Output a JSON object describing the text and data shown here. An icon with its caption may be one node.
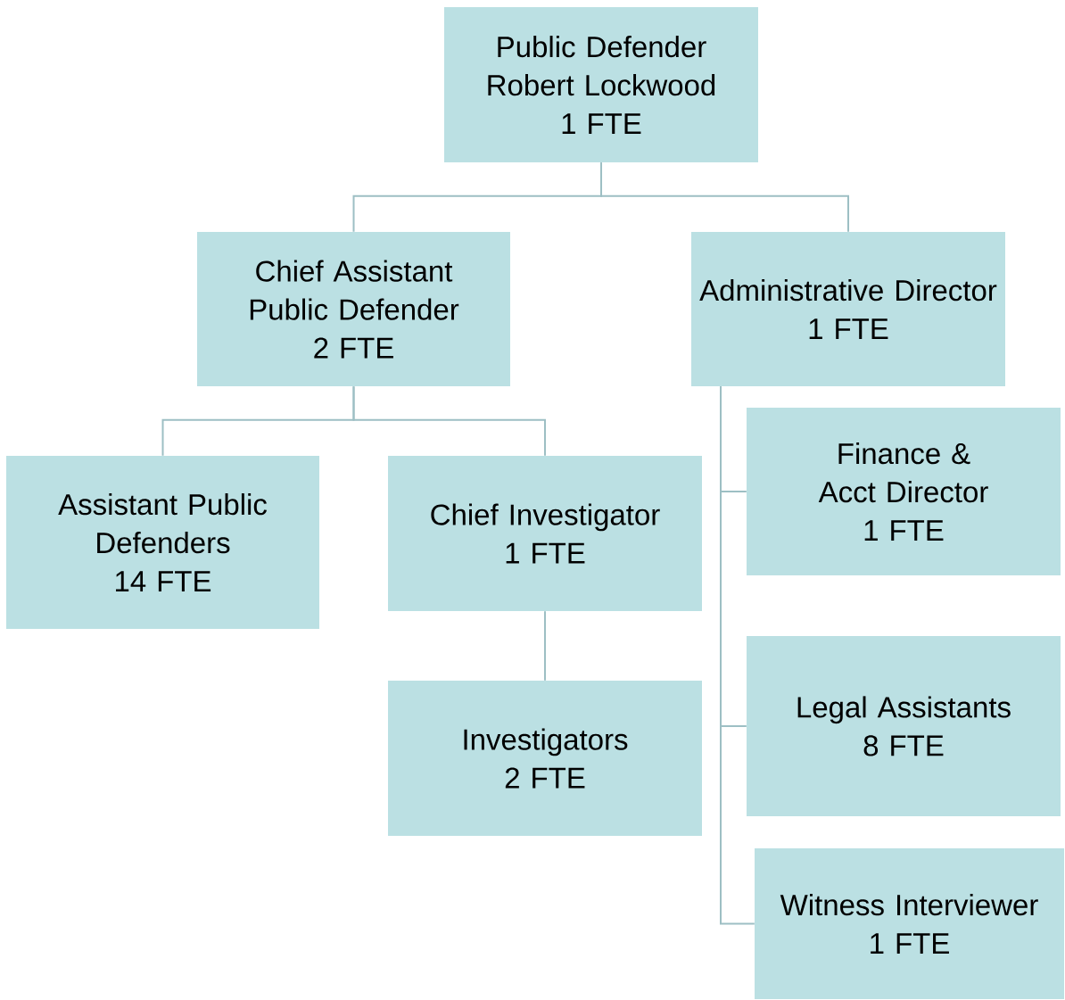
{
  "diagram": {
    "nodes": [
      {
        "text": [
          "Public Defender",
          "Robert Lockwood",
          "1 FTE"
        ]
      },
      {
        "text": [
          "Chief Assistant Public Defender",
          "2 FTE"
        ]
      },
      {
        "text": [
          "Administrative Director",
          "1 FTE"
        ]
      },
      {
        "text": [
          "Assistant Public Defenders",
          "14 FTE"
        ]
      },
      {
        "text": [
          "Chief Investigator",
          "1 FTE"
        ]
      },
      {
        "text": [
          "Investigators",
          "2 FTE"
        ]
      },
      {
        "text": [
          "Finance & Acct Director",
          "1 FTE"
        ]
      },
      {
        "text": [
          "Legal Assistants",
          "8 FTE"
        ]
      },
      {
        "text": [
          "Witness Interviewer",
          "1 FTE"
        ]
      }
    ],
    "edges": [
      {
        "from": 0,
        "to": 1,
        "arrow": "none"
      },
      {
        "from": 0,
        "to": 2,
        "arrow": "none"
      },
      {
        "from": 1,
        "to": 3,
        "arrow": "none"
      },
      {
        "from": 1,
        "to": 4,
        "arrow": "none"
      },
      {
        "from": 4,
        "to": 5,
        "arrow": "none"
      },
      {
        "from": 2,
        "to": 6,
        "arrow": "none"
      },
      {
        "from": 2,
        "to": 7,
        "arrow": "none"
      },
      {
        "from": 2,
        "to": 8,
        "arrow": "none"
      }
    ]
  }
}
